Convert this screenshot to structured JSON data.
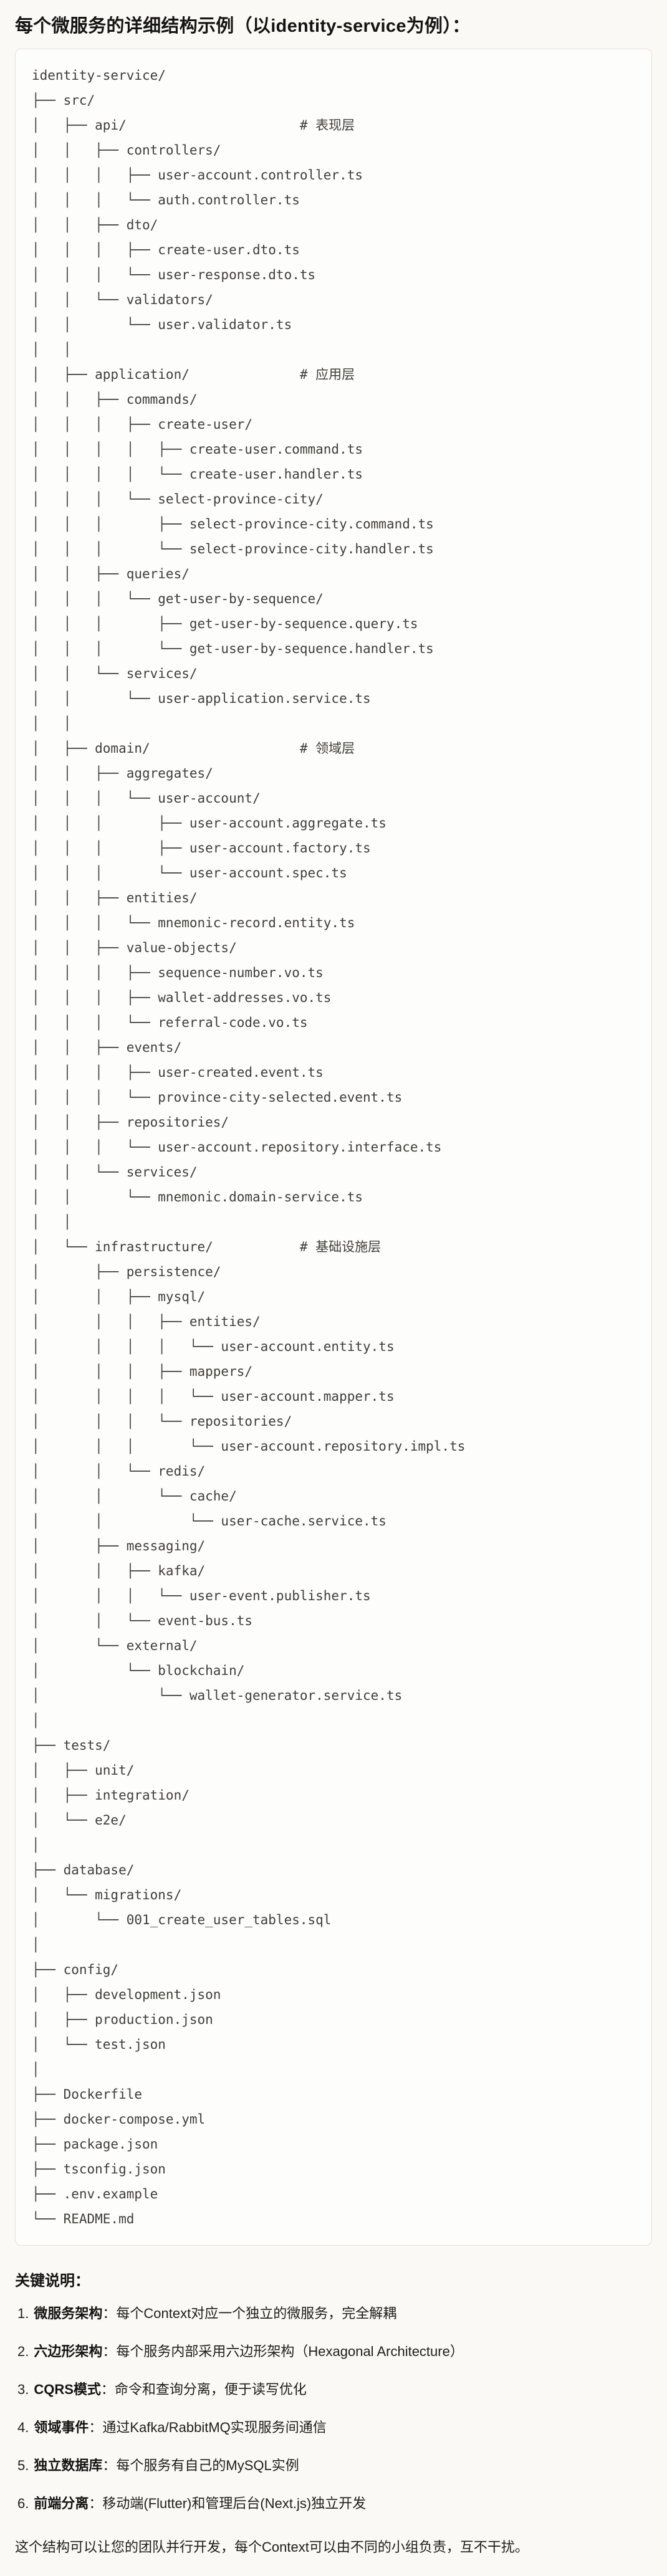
{
  "page": {
    "title": "每个微服务的详细结构示例（以identity-service为例）："
  },
  "tree": {
    "lines": [
      "identity-service/",
      "├── src/",
      "│   ├── api/                      # 表现层",
      "│   │   ├── controllers/",
      "│   │   │   ├── user-account.controller.ts",
      "│   │   │   └── auth.controller.ts",
      "│   │   ├── dto/",
      "│   │   │   ├── create-user.dto.ts",
      "│   │   │   └── user-response.dto.ts",
      "│   │   └── validators/",
      "│   │       └── user.validator.ts",
      "│   │",
      "│   ├── application/              # 应用层",
      "│   │   ├── commands/",
      "│   │   │   ├── create-user/",
      "│   │   │   │   ├── create-user.command.ts",
      "│   │   │   │   └── create-user.handler.ts",
      "│   │   │   └── select-province-city/",
      "│   │   │       ├── select-province-city.command.ts",
      "│   │   │       └── select-province-city.handler.ts",
      "│   │   ├── queries/",
      "│   │   │   └── get-user-by-sequence/",
      "│   │   │       ├── get-user-by-sequence.query.ts",
      "│   │   │       └── get-user-by-sequence.handler.ts",
      "│   │   └── services/",
      "│   │       └── user-application.service.ts",
      "│   │",
      "│   ├── domain/                   # 领域层",
      "│   │   ├── aggregates/",
      "│   │   │   └── user-account/",
      "│   │   │       ├── user-account.aggregate.ts",
      "│   │   │       ├── user-account.factory.ts",
      "│   │   │       └── user-account.spec.ts",
      "│   │   ├── entities/",
      "│   │   │   └── mnemonic-record.entity.ts",
      "│   │   ├── value-objects/",
      "│   │   │   ├── sequence-number.vo.ts",
      "│   │   │   ├── wallet-addresses.vo.ts",
      "│   │   │   └── referral-code.vo.ts",
      "│   │   ├── events/",
      "│   │   │   ├── user-created.event.ts",
      "│   │   │   └── province-city-selected.event.ts",
      "│   │   ├── repositories/",
      "│   │   │   └── user-account.repository.interface.ts",
      "│   │   └── services/",
      "│   │       └── mnemonic.domain-service.ts",
      "│   │",
      "│   └── infrastructure/           # 基础设施层",
      "│       ├── persistence/",
      "│       │   ├── mysql/",
      "│       │   │   ├── entities/",
      "│       │   │   │   └── user-account.entity.ts",
      "│       │   │   ├── mappers/",
      "│       │   │   │   └── user-account.mapper.ts",
      "│       │   │   └── repositories/",
      "│       │   │       └── user-account.repository.impl.ts",
      "│       │   └── redis/",
      "│       │       └── cache/",
      "│       │           └── user-cache.service.ts",
      "│       ├── messaging/",
      "│       │   ├── kafka/",
      "│       │   │   └── user-event.publisher.ts",
      "│       │   └── event-bus.ts",
      "│       └── external/",
      "│           └── blockchain/",
      "│               └── wallet-generator.service.ts",
      "│",
      "├── tests/",
      "│   ├── unit/",
      "│   ├── integration/",
      "│   └── e2e/",
      "│",
      "├── database/",
      "│   └── migrations/",
      "│       └── 001_create_user_tables.sql",
      "│",
      "├── config/",
      "│   ├── development.json",
      "│   ├── production.json",
      "│   └── test.json",
      "│",
      "├── Dockerfile",
      "├── docker-compose.yml",
      "├── package.json",
      "├── tsconfig.json",
      "├── .env.example",
      "└── README.md"
    ]
  },
  "notes": {
    "heading": "关键说明：",
    "items": [
      {
        "num": "1.",
        "label": "微服务架构",
        "text": "：每个Context对应一个独立的微服务，完全解耦"
      },
      {
        "num": "2.",
        "label": "六边形架构",
        "text": "：每个服务内部采用六边形架构（Hexagonal Architecture）"
      },
      {
        "num": "3.",
        "label": "CQRS模式",
        "text": "：命令和查询分离，便于读写优化"
      },
      {
        "num": "4.",
        "label": "领域事件",
        "text": "：通过Kafka/RabbitMQ实现服务间通信"
      },
      {
        "num": "5.",
        "label": "独立数据库",
        "text": "：每个服务有自己的MySQL实例"
      },
      {
        "num": "6.",
        "label": "前端分离",
        "text": "：移动端(Flutter)和管理后台(Next.js)独立开发"
      }
    ],
    "footer": "这个结构可以让您的团队并行开发，每个Context可以由不同的小组负责，互不干扰。"
  }
}
